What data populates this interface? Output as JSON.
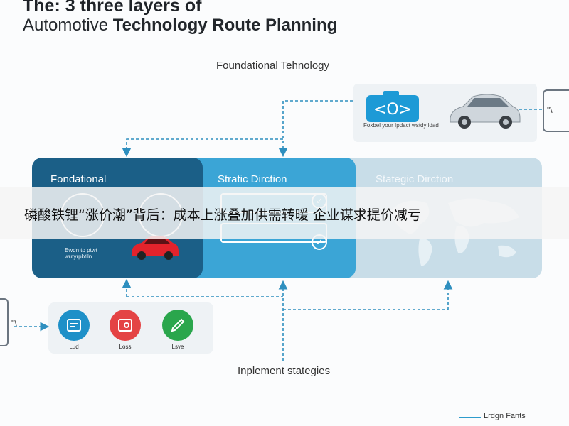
{
  "title": {
    "line1": "The: 3 three layers of",
    "line2_prefix": "Automotive ",
    "line2_bold": "Technology Route Planning"
  },
  "foundation_label": "Foundational Tehnology",
  "top_card": {
    "caption": "Foxbel your Ipdact wstdy ldad"
  },
  "right_icon_label": "\"\\",
  "panels": [
    {
      "title": "Fondational",
      "caption": "Ewdn to ptwt wutyrpbtiln"
    },
    {
      "title": "Stratic Dirction"
    },
    {
      "title": "Stategic Dirction"
    }
  ],
  "banner": {
    "text": "磷酸铁锂“涨价潮”背后：成本上涨叠加供需转暖 企业谋求提价减亏"
  },
  "bottom_card": {
    "items": [
      {
        "label": "Lud",
        "color": "#1e90c8"
      },
      {
        "label": "Loss",
        "color": "#e44344"
      },
      {
        "label": "Lsve",
        "color": "#2aa64c"
      }
    ]
  },
  "left_icon_label": "\"\\",
  "implement_label": "Inplement stategies",
  "legend": {
    "label": "Lrdgn Fants",
    "color": "#2e9ccc"
  },
  "colors": {
    "panel_dark": "#1b5f87",
    "panel_mid": "#3ba5d6",
    "panel_light": "#c8dde8",
    "arrow": "#2e8fbf"
  }
}
